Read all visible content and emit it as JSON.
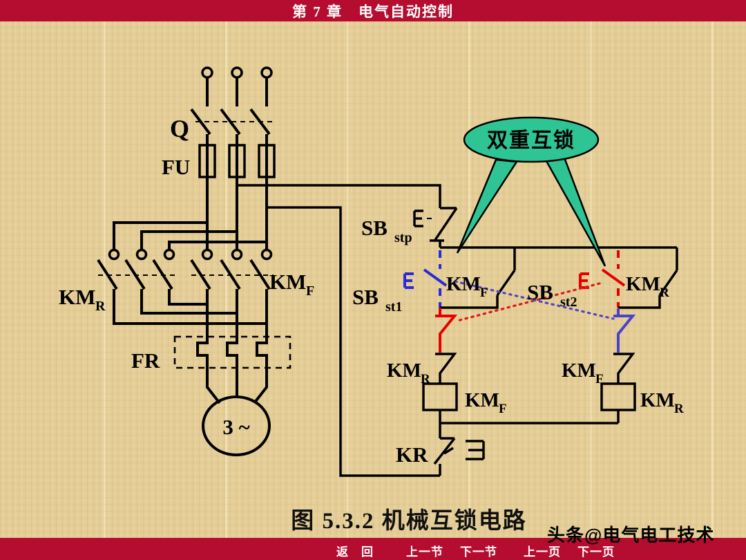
{
  "header": {
    "title": "第 7 章　电气自动控制"
  },
  "footer": {
    "nav": [
      {
        "label": "返　回"
      },
      {
        "label": "上一节"
      },
      {
        "label": "下一节"
      },
      {
        "label": "上一页"
      },
      {
        "label": "下一页"
      }
    ]
  },
  "caption": {
    "text": "图 5.3.2  机械互锁电路"
  },
  "watermark": {
    "text": "头条@电气电工技术"
  },
  "callout": {
    "text": "双重互锁"
  },
  "colors": {
    "bar_red": "#b50d2f",
    "background_tan": "#e4cd97",
    "callout_green": "#2fc494",
    "wire_black": "#000000",
    "button1_blue": "#2a2ad8",
    "interlock_indigo": "#4b42cc",
    "button2_red": "#e80000",
    "link_dot_red": "#e01818",
    "link_dot_purple": "#5244c8"
  },
  "labels": {
    "q": {
      "main": "Q"
    },
    "fu": {
      "main": "FU"
    },
    "kmr_power": {
      "main": "KM",
      "sub": "R"
    },
    "kmf_power": {
      "main": "KM",
      "sub": "F"
    },
    "fr": {
      "main": "FR"
    },
    "motor": {
      "main": "3 ~"
    },
    "sb_stp": {
      "main": "SB",
      "sub": "stp"
    },
    "sb_st1": {
      "main": "SB",
      "sub": "st1"
    },
    "kmf_aux": {
      "main": "KM",
      "sub": "F"
    },
    "sb_st2": {
      "main": "SB",
      "sub": "st2"
    },
    "kmr_aux": {
      "main": "KM",
      "sub": "R"
    },
    "kmr_nc": {
      "main": "KM",
      "sub": "R"
    },
    "kmf_coil": {
      "main": "KM",
      "sub": "F"
    },
    "kmf_nc": {
      "main": "KM",
      "sub": "F"
    },
    "kmr_coil": {
      "main": "KM",
      "sub": "R"
    },
    "kr": {
      "main": "KR"
    }
  }
}
